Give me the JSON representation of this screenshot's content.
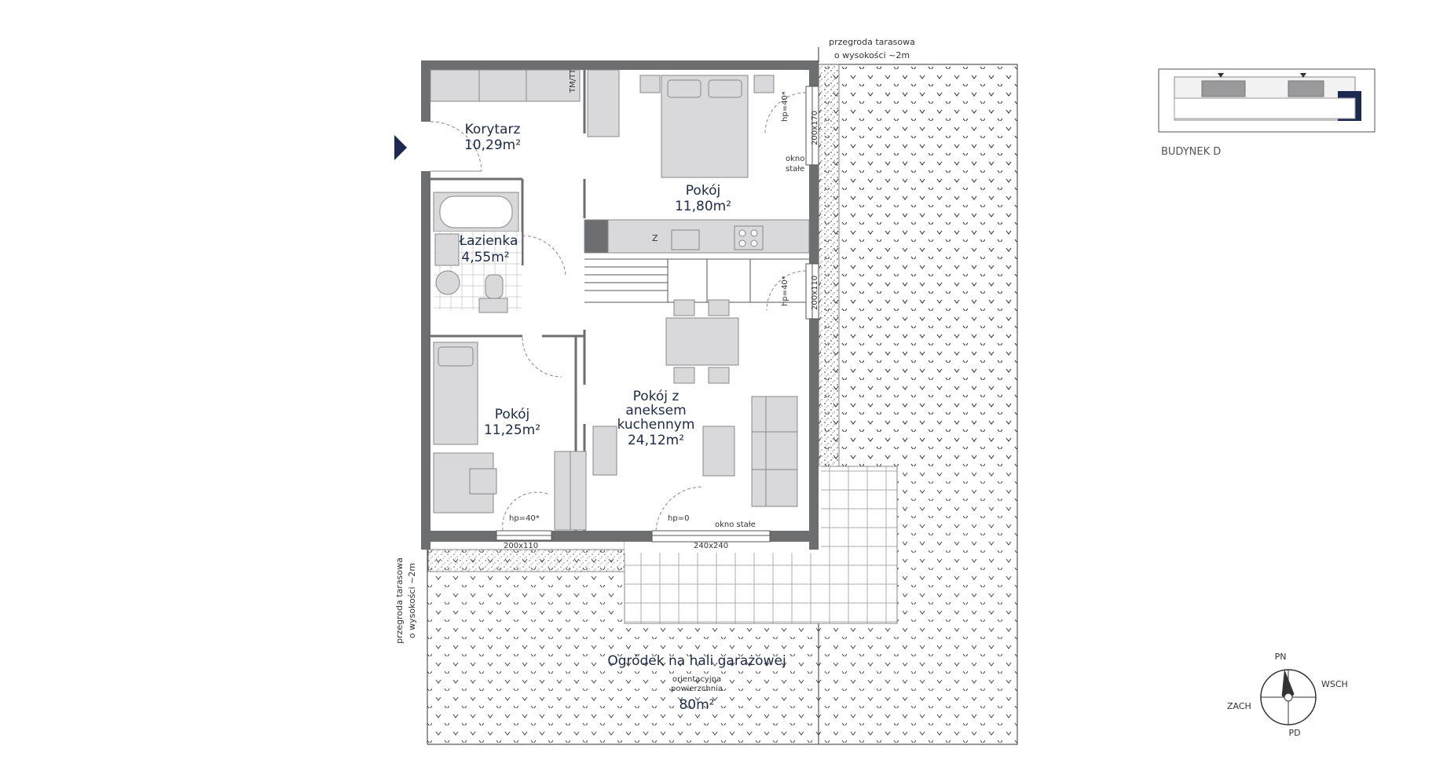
{
  "rooms": {
    "korytarz": {
      "name": "Korytarz",
      "area": "10,29m²"
    },
    "pokoj1": {
      "name": "Pokój",
      "area": "11,80m²"
    },
    "lazienka": {
      "name": "Łazienka",
      "area": "4,55m²"
    },
    "pokoj2": {
      "name": "Pokój",
      "area": "11,25m²"
    },
    "salon": {
      "line1": "Pokój z",
      "line2": "aneksem",
      "line3": "kuchennym",
      "area": "24,12m²"
    }
  },
  "garden": {
    "title": "Ogródek na hali garażowej",
    "note1": "orientacyjna",
    "note2": "powierzchnia",
    "area": "80m²"
  },
  "partitions": {
    "top_line1": "przegroda tarasowa",
    "top_line2": "o wysokości ~2m",
    "left_line1": "przegroda tarasowa",
    "left_line2": "o wysokości ~2m"
  },
  "windows": {
    "w_top_right": "200x170",
    "w_mid_right": "200x110",
    "w_bottom_left": "200x110",
    "w_bottom_mid": "240x240",
    "hp40_a": "hp=40*",
    "hp40_b": "hp=40*",
    "hp40_c": "hp=40*",
    "hp0": "hp=0",
    "okno_stale_a1": "okno",
    "okno_stale_a2": "stałe",
    "okno_stale_b": "okno stałe"
  },
  "fixtures": {
    "fridge_label": "Z",
    "wardrobe_label": "TM/TT"
  },
  "building": {
    "label": "BUDYNEK D"
  },
  "compass": {
    "n": "PN",
    "e": "WSCH",
    "s": "PD",
    "w": "ZACH"
  },
  "colors": {
    "wall": "#6d6e70",
    "furniture": "#d9d9db",
    "accent": "#1c2a4a",
    "highlight": "#1c2a52"
  }
}
